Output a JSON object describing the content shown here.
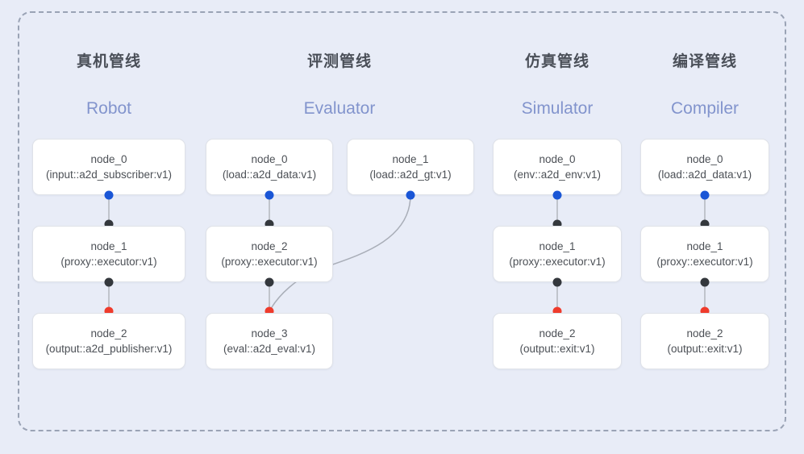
{
  "diagram": {
    "background_color": "#e8ecf7",
    "container_border_color": "#9aa3b5",
    "port_colors": {
      "input": "#1a56d6",
      "intermediate": "#34383d",
      "output": "#ef3b2c"
    },
    "edge_color": "#b6bac2"
  },
  "columns": [
    {
      "title": "真机管线",
      "subtitle": "Robot",
      "nodes": [
        {
          "name": "node_0",
          "type": "(input::a2d_subscriber:v1)"
        },
        {
          "name": "node_1",
          "type": "(proxy::executor:v1)"
        },
        {
          "name": "node_2",
          "type": "(output::a2d_publisher:v1)"
        }
      ]
    },
    {
      "title": "评测管线",
      "subtitle": "Evaluator",
      "nodes": [
        {
          "name": "node_0",
          "type": "(load::a2d_data:v1)"
        },
        {
          "name": "node_1",
          "type": "(load::a2d_gt:v1)"
        },
        {
          "name": "node_2",
          "type": "(proxy::executor:v1)"
        },
        {
          "name": "node_3",
          "type": "(eval::a2d_eval:v1)"
        }
      ]
    },
    {
      "title": "仿真管线",
      "subtitle": "Simulator",
      "nodes": [
        {
          "name": "node_0",
          "type": "(env::a2d_env:v1)"
        },
        {
          "name": "node_1",
          "type": "(proxy::executor:v1)"
        },
        {
          "name": "node_2",
          "type": "(output::exit:v1)"
        }
      ]
    },
    {
      "title": "编译管线",
      "subtitle": "Compiler",
      "nodes": [
        {
          "name": "node_0",
          "type": "(load::a2d_data:v1)"
        },
        {
          "name": "node_1",
          "type": "(proxy::executor:v1)"
        },
        {
          "name": "node_2",
          "type": "(output::exit:v1)"
        }
      ]
    }
  ]
}
